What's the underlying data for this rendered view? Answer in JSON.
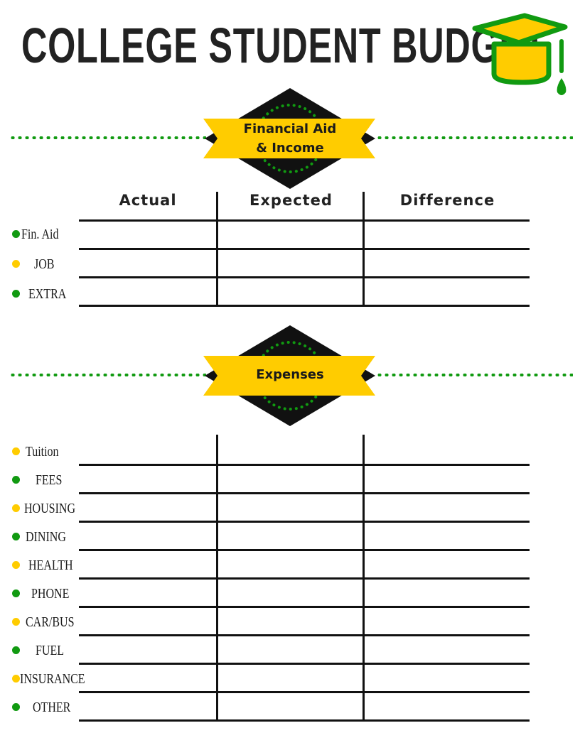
{
  "title": "COLLEGE STUDENT BUDGET",
  "colors": {
    "green": "#119a11",
    "yellow": "#ffcc00",
    "black": "#111111"
  },
  "icons": {
    "header": "graduation-cap-icon"
  },
  "income": {
    "badge_line1": "Financial Aid",
    "badge_line2": "& Income",
    "columns": [
      "Actual",
      "Expected",
      "Difference"
    ],
    "rows": [
      {
        "label": "Fin. Aid",
        "bullet": "green"
      },
      {
        "label": "JOB",
        "bullet": "yellow"
      },
      {
        "label": "EXTRA",
        "bullet": "green"
      }
    ]
  },
  "expenses": {
    "badge_label": "Expenses",
    "rows": [
      {
        "label": "Tuition",
        "bullet": "yellow"
      },
      {
        "label": "FEES",
        "bullet": "green"
      },
      {
        "label": "HOUSING",
        "bullet": "yellow"
      },
      {
        "label": "DINING",
        "bullet": "green"
      },
      {
        "label": "HEALTH",
        "bullet": "yellow"
      },
      {
        "label": "PHONE",
        "bullet": "green"
      },
      {
        "label": "CAR/BUS",
        "bullet": "yellow"
      },
      {
        "label": "FUEL",
        "bullet": "green"
      },
      {
        "label": "INSURANCE",
        "bullet": "yellow"
      },
      {
        "label": "OTHER",
        "bullet": "green"
      }
    ]
  }
}
